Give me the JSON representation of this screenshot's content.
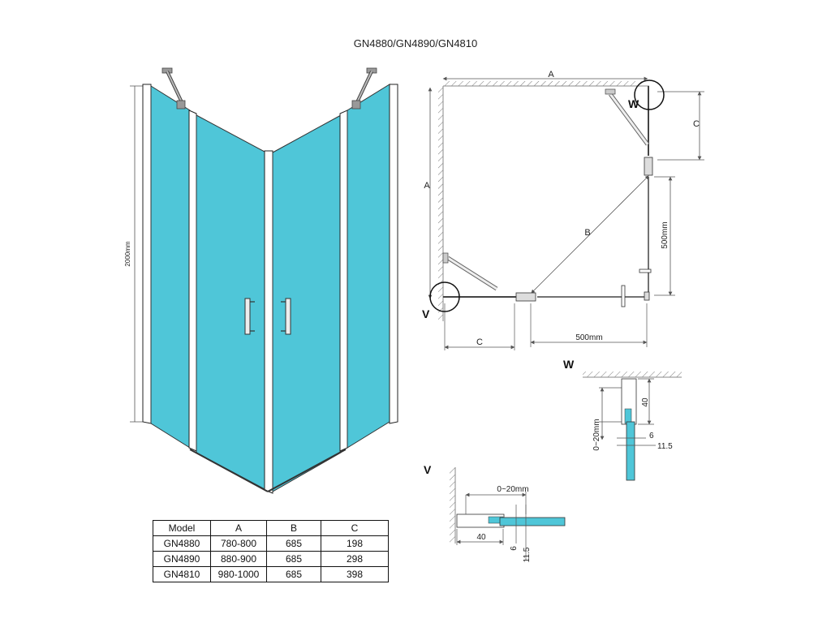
{
  "title": "GN4880/GN4890/GN4810",
  "perspective": {
    "height_label": "2000mm"
  },
  "plan": {
    "label_a_top": "A",
    "label_a_left": "A",
    "label_b": "B",
    "label_c_right": "C",
    "label_c_bottom": "C",
    "label_500_vertical": "500mm",
    "label_500_horizontal": "500mm",
    "detail_w_marker": "W",
    "detail_v_marker": "V"
  },
  "detail_w": {
    "title": "W",
    "label_40": "40",
    "label_range": "0~20mm",
    "label_6": "6",
    "label_11_5": "11.5"
  },
  "detail_v": {
    "title": "V",
    "label_range": "0~20mm",
    "label_40": "40",
    "label_6": "6",
    "label_11_5": "11.5"
  },
  "table": {
    "headers": [
      "Model",
      "A",
      "B",
      "C"
    ],
    "rows": [
      [
        "GN4880",
        "780-800",
        "685",
        "198"
      ],
      [
        "GN4890",
        "880-900",
        "685",
        "298"
      ],
      [
        "GN4810",
        "980-1000",
        "685",
        "398"
      ]
    ]
  },
  "colors": {
    "glass": "#4fc6d8",
    "line": "#555555"
  }
}
